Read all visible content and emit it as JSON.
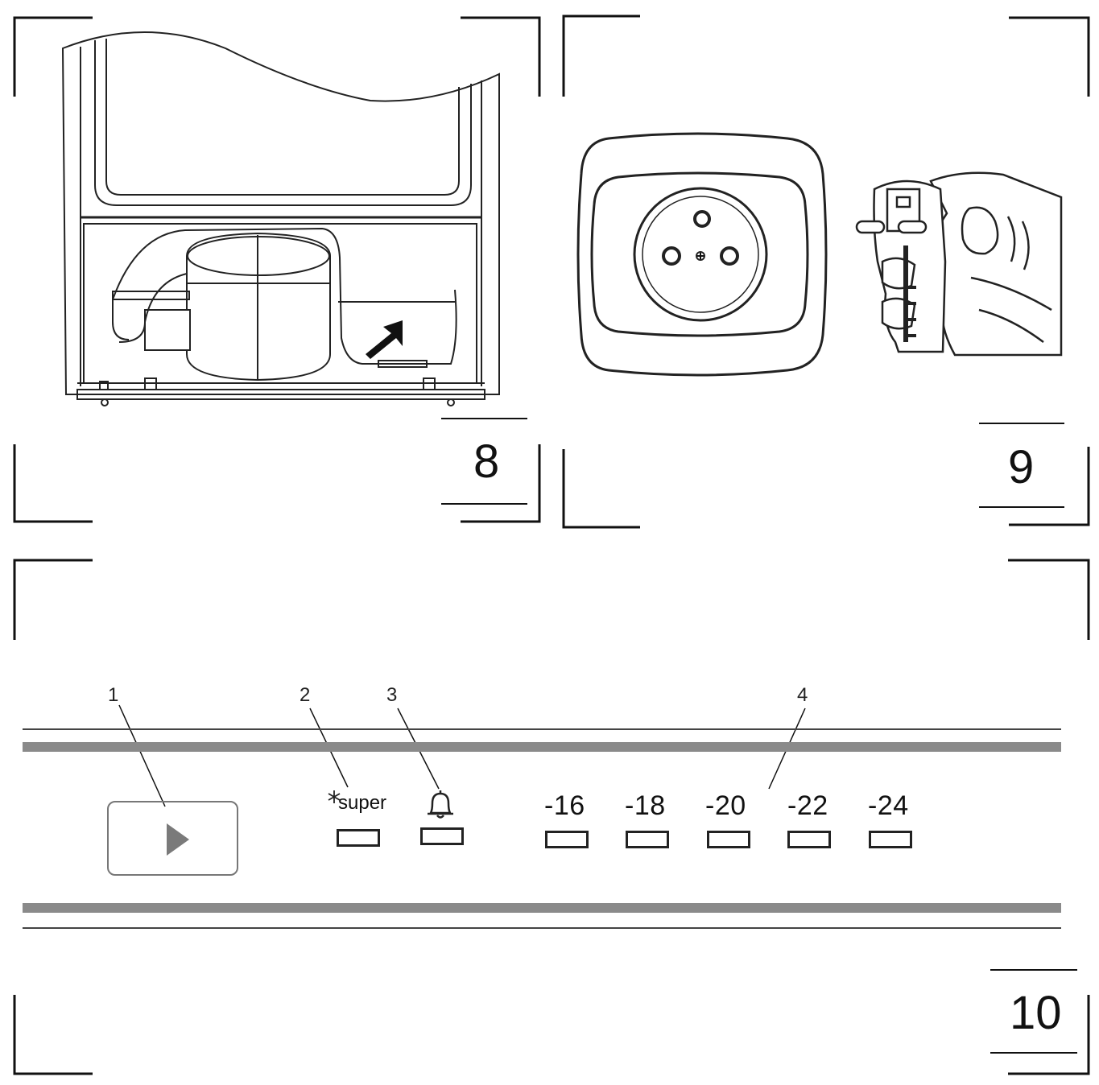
{
  "figures": [
    {
      "number": "8",
      "content": "compressor"
    },
    {
      "number": "9",
      "content": "socket-and-plug"
    },
    {
      "number": "10",
      "content": "control-panel"
    }
  ],
  "control_panel": {
    "callouts": [
      "1",
      "2",
      "3",
      "4"
    ],
    "super_label": "super",
    "icons": [
      "play-icon",
      "snowflake-icon",
      "bell-icon"
    ],
    "temperatures": [
      "-16",
      "-18",
      "-20",
      "-22",
      "-24"
    ]
  }
}
